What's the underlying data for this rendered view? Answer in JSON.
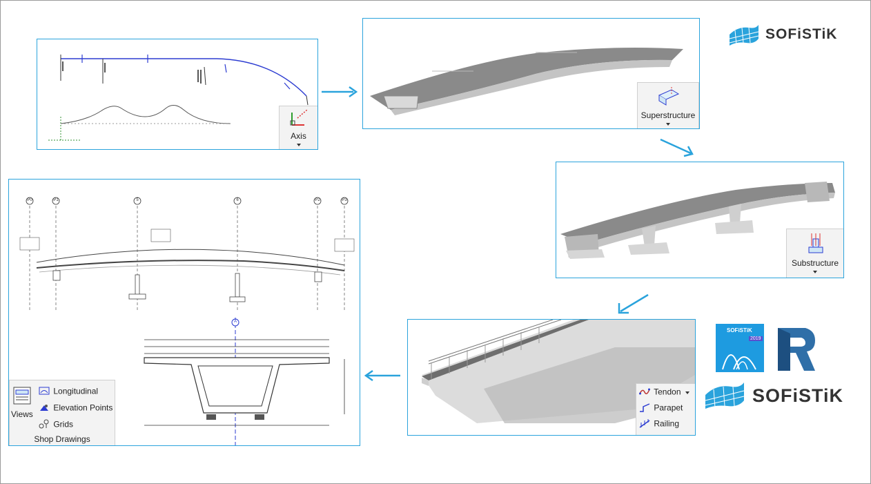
{
  "brand": {
    "name": "SOFiSTiK",
    "badge_name": "SOFiSTiK",
    "badge_year": "2019"
  },
  "revit_logo": {
    "letter": "R"
  },
  "panels": {
    "axis": {
      "ribbon_label": "Axis"
    },
    "superstructure": {
      "ribbon_label": "Superstructure"
    },
    "substructure": {
      "ribbon_label": "Substructure"
    },
    "details": {
      "items": [
        {
          "label": "Tendon"
        },
        {
          "label": "Parapet"
        },
        {
          "label": "Railing"
        }
      ]
    },
    "drawings": {
      "views_label": "Views",
      "items": [
        {
          "label": "Longitudinal"
        },
        {
          "label": "Elevation Points"
        },
        {
          "label": "Grids"
        }
      ],
      "group_label": "Shop Drawings",
      "grid_markers": [
        "P0",
        "P1",
        "5",
        "6",
        "P2",
        "P3"
      ],
      "section_marker": "A"
    }
  },
  "colors": {
    "accent": "#2aa3dc",
    "axis_line": "#2b3bd1",
    "concrete": "#8c8c8c",
    "concrete_light": "#cfcfcf"
  }
}
